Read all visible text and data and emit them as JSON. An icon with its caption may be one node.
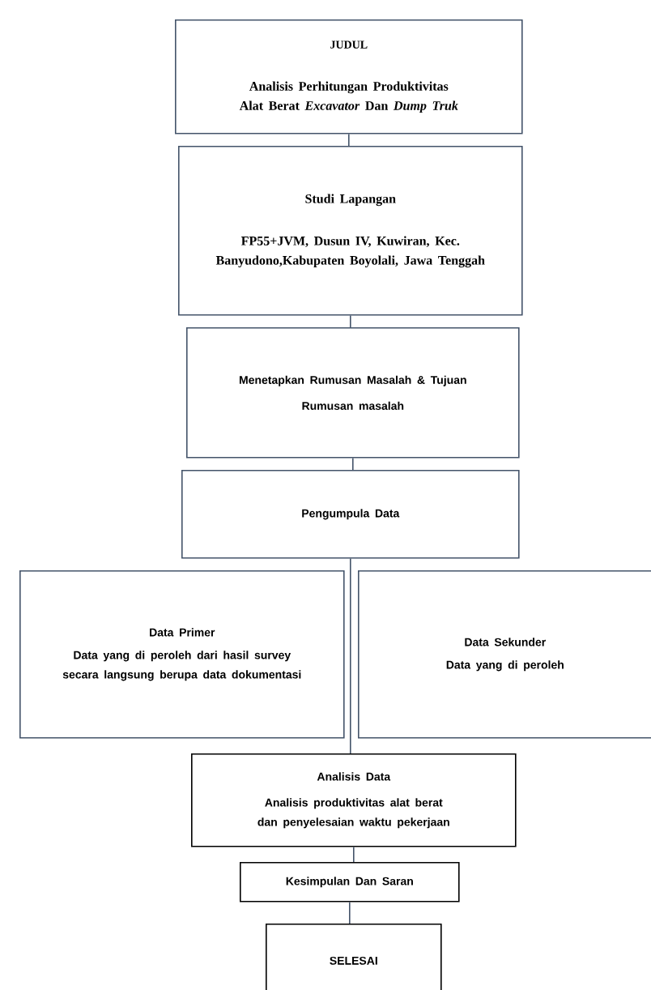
{
  "diagram": {
    "nodes": [
      {
        "text": [
          "JUDUL",
          "Analisis Perhitungan Produktivitas Alat Berat *Excavator* Dan *Dump Truk*"
        ]
      },
      {
        "text": [
          "Studi Lapangan",
          "FP55+JVM, Dusun IV, Kuwiran, Kec. Banyudono,Kabupaten Boyolali, Jawa Tenggah"
        ]
      },
      {
        "text": [
          "Menetapkan Rumusan Masalah & Tujuan",
          "Rumusan masalah"
        ]
      },
      {
        "text": [
          "Pengumpula Data"
        ]
      },
      {
        "text": [
          "Data Primer",
          "Data yang di peroleh dari hasil survey secara langsung berupa data dokumentasi"
        ]
      },
      {
        "text": [
          "Data Sekunder",
          "Data yang di peroleh"
        ]
      },
      {
        "text": [
          "Analisis Data",
          "Analisis produktivitas alat berat dan penyelesaian waktu pekerjaan"
        ]
      },
      {
        "text": [
          "Kesimpulan Dan Saran"
        ]
      },
      {
        "text": [
          "SELESAI"
        ]
      }
    ],
    "edges": [
      {
        "from": 0,
        "to": 1,
        "arrow": "none"
      },
      {
        "from": 1,
        "to": 2,
        "arrow": "none"
      },
      {
        "from": 2,
        "to": 3,
        "arrow": "none"
      },
      {
        "from": 3,
        "to": 6,
        "arrow": "none"
      },
      {
        "from": 6,
        "to": 7,
        "arrow": "none"
      },
      {
        "from": 7,
        "to": 8,
        "arrow": "none"
      }
    ]
  }
}
